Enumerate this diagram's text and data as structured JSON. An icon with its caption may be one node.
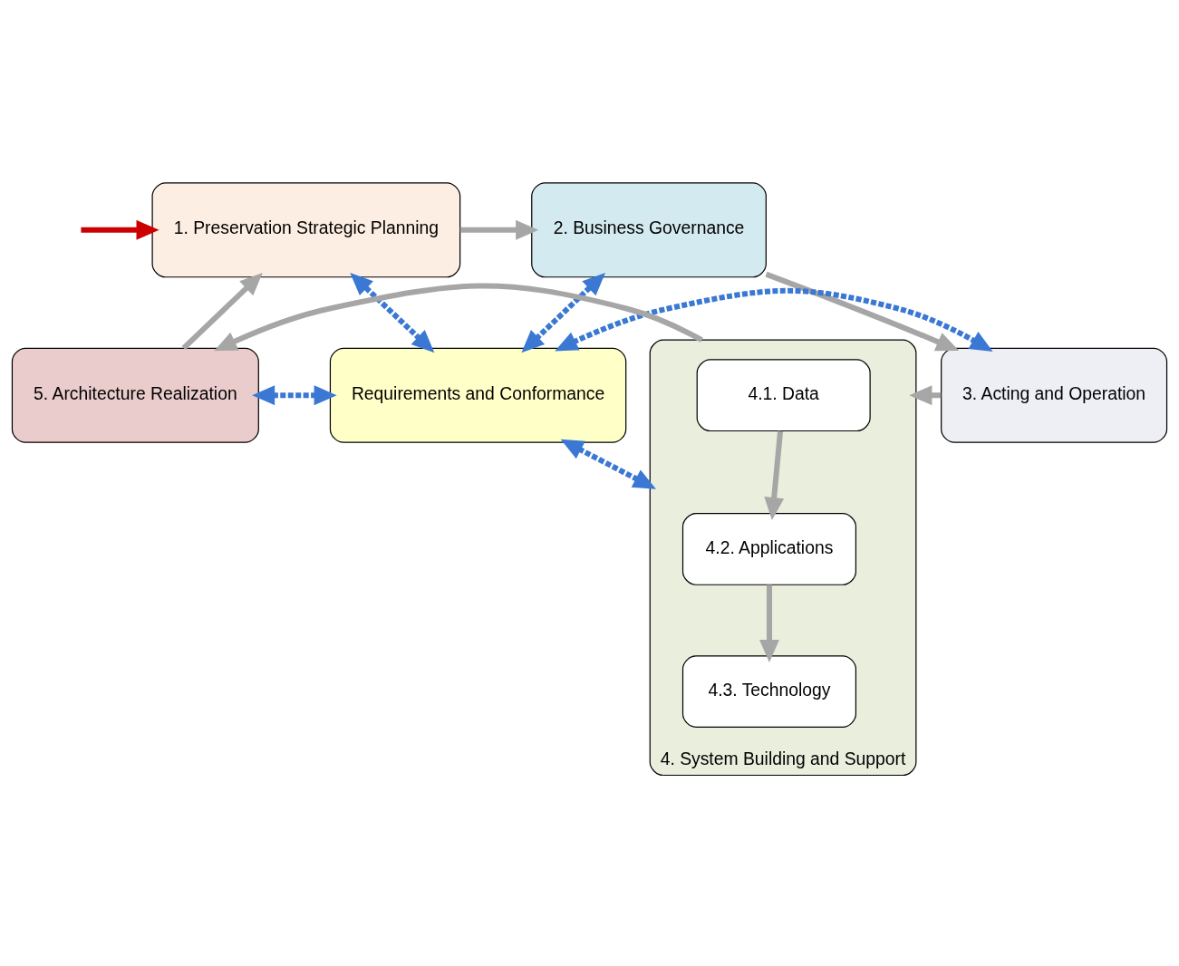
{
  "diagram": {
    "nodes": [
      {
        "text": [
          "1. Preservation Strategic Planning"
        ]
      },
      {
        "text": [
          "2. Business Governance"
        ]
      },
      {
        "text": [
          "5. Architecture Realization"
        ]
      },
      {
        "text": [
          "Requirements and Conformance"
        ]
      },
      {
        "text": [
          "3. Acting and Operation"
        ]
      },
      {
        "text": [
          "4. System Building and Support"
        ]
      },
      {
        "text": [
          "4.3. Technology"
        ],
        "in": 5
      },
      {
        "text": [
          "4.2. Applications"
        ],
        "in": 5
      },
      {
        "text": [
          "4.1. Data"
        ],
        "in": 5
      }
    ],
    "edges": [
      {
        "from": null,
        "to": 0,
        "arrow": "to",
        "color": "#cc0000"
      },
      {
        "from": 0,
        "to": 1,
        "arrow": "to"
      },
      {
        "from": 1,
        "to": 4,
        "arrow": "to"
      },
      {
        "from": 4,
        "to": 5,
        "arrow": "to"
      },
      {
        "from": 8,
        "to": 7,
        "arrow": "to"
      },
      {
        "from": 7,
        "to": 6,
        "arrow": "to"
      },
      {
        "from": 5,
        "to": 2,
        "arrow": "to"
      },
      {
        "from": 2,
        "to": 0,
        "arrow": "to"
      },
      {
        "from": 3,
        "to": 0,
        "arrow": "both",
        "style": "dashed",
        "color": "#3a78d4"
      },
      {
        "from": 3,
        "to": 1,
        "arrow": "both",
        "style": "dashed",
        "color": "#3a78d4"
      },
      {
        "from": 3,
        "to": 2,
        "arrow": "both",
        "style": "dashed",
        "color": "#3a78d4"
      },
      {
        "from": 3,
        "to": 4,
        "arrow": "both",
        "style": "dashed",
        "color": "#3a78d4"
      },
      {
        "from": 3,
        "to": 5,
        "arrow": "both",
        "style": "dashed",
        "color": "#3a78d4"
      }
    ]
  }
}
